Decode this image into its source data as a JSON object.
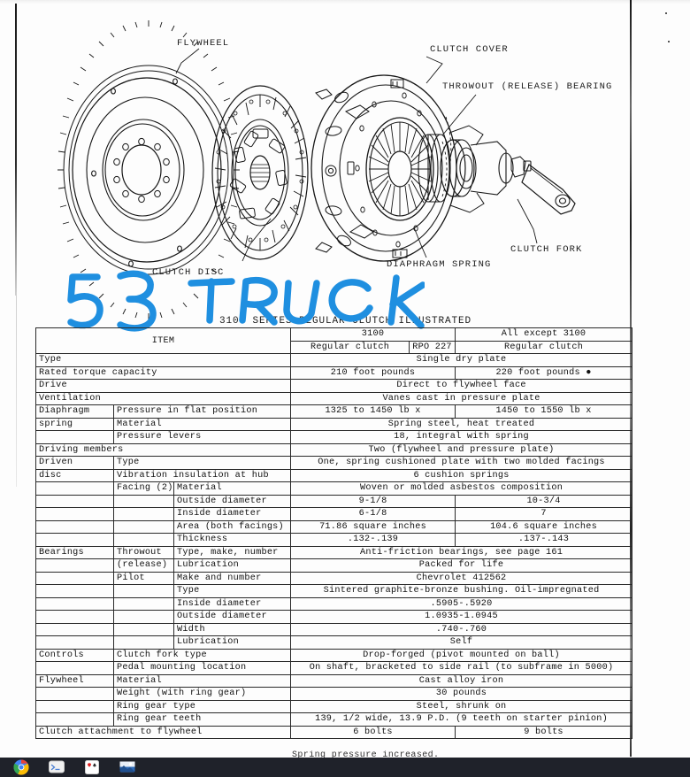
{
  "document": {
    "caption": "3100 SERIES REGULAR CLUTCH ILLUSTRATED",
    "handwritten_note": "53 TRUCK",
    "handwriting_color": "#1f8fe0",
    "footnote": "Spring pressure increased."
  },
  "diagram": {
    "labels": [
      {
        "name": "flywheel",
        "text": "FLYWHEEL"
      },
      {
        "name": "clutch-cover",
        "text": "CLUTCH COVER"
      },
      {
        "name": "throwout-bearing",
        "text": "THROWOUT (RELEASE) BEARING"
      },
      {
        "name": "clutch-fork",
        "text": "CLUTCH FORK"
      },
      {
        "name": "diaphragm-spring",
        "text": "DIAPHRAGM SPRING"
      },
      {
        "name": "clutch-disc",
        "text": "CLUTCH DISC"
      }
    ]
  },
  "table": {
    "header": {
      "item": "ITEM",
      "group_3100": "3100",
      "group_all": "All except 3100",
      "sub_regular_left": "Regular clutch",
      "sub_rpo": "RPO 227",
      "sub_regular_right": "Regular clutch"
    },
    "rows": [
      {
        "g1": "Type",
        "g2": "",
        "g3": "",
        "span": "full",
        "v": "Single dry plate"
      },
      {
        "g1": "Rated torque capacity",
        "g2": "",
        "g3": "",
        "span": "split2",
        "v1": "210 foot pounds",
        "v2": "220 foot pounds ●"
      },
      {
        "g1": "Drive",
        "g2": "",
        "g3": "",
        "span": "full",
        "v": "Direct to flywheel face"
      },
      {
        "g1": "Ventilation",
        "g2": "",
        "g3": "",
        "span": "full",
        "v": "Vanes cast in pressure plate"
      },
      {
        "g1": "Diaphragm",
        "g2": "Pressure in flat position",
        "g3": "",
        "span": "split2",
        "v1": "1325 to 1450 lb x",
        "v2": "1450 to 1550 lb x"
      },
      {
        "g1": "spring",
        "g2": "Material",
        "g3": "",
        "span": "full",
        "v": "Spring steel, heat treated"
      },
      {
        "g1": "",
        "g2": "Pressure levers",
        "g3": "",
        "span": "full",
        "v": "18, integral with spring"
      },
      {
        "g1": "Driving members",
        "g2": "",
        "g3": "",
        "span": "full",
        "v": "Two (flywheel and pressure plate)"
      },
      {
        "g1": "Driven",
        "g2": "Type",
        "g3": "",
        "span": "full",
        "v": "One, spring cushioned plate with two molded facings"
      },
      {
        "g1": "disc",
        "g2": "Vibration insulation at hub",
        "g3": "",
        "span": "full",
        "v": "6 cushion springs"
      },
      {
        "g1": "",
        "g2": "Facing (2)",
        "g3": "Material",
        "span": "full",
        "v": "Woven or molded asbestos composition"
      },
      {
        "g1": "",
        "g2": "",
        "g3": "Outside diameter",
        "span": "split2",
        "v1": "9-1/8",
        "v2": "10-3/4"
      },
      {
        "g1": "",
        "g2": "",
        "g3": "Inside diameter",
        "span": "split2",
        "v1": "6-1/8",
        "v2": "7"
      },
      {
        "g1": "",
        "g2": "",
        "g3": "Area (both facings)",
        "span": "split2",
        "v1": "71.86 square inches",
        "v2": "104.6 square inches"
      },
      {
        "g1": "",
        "g2": "",
        "g3": "Thickness",
        "span": "split2",
        "v1": ".132-.139",
        "v2": ".137-.143"
      },
      {
        "g1": "Bearings",
        "g2": "Throwout",
        "g3": "Type, make, number",
        "span": "full",
        "v": "Anti-friction bearings, see page 161"
      },
      {
        "g1": "",
        "g2": "(release)",
        "g3": "Lubrication",
        "span": "full",
        "v": "Packed for life"
      },
      {
        "g1": "",
        "g2": "Pilot",
        "g3": "Make and number",
        "span": "full",
        "v": "Chevrolet 412562"
      },
      {
        "g1": "",
        "g2": "",
        "g3": "Type",
        "span": "full",
        "v": "Sintered graphite-bronze bushing.  Oil-impregnated"
      },
      {
        "g1": "",
        "g2": "",
        "g3": "Inside diameter",
        "span": "full",
        "v": ".5905-.5920"
      },
      {
        "g1": "",
        "g2": "",
        "g3": "Outside diameter",
        "span": "full",
        "v": "1.0935-1.0945"
      },
      {
        "g1": "",
        "g2": "",
        "g3": "Width",
        "span": "full",
        "v": ".740-.760"
      },
      {
        "g1": "",
        "g2": "",
        "g3": "Lubrication",
        "span": "full",
        "v": "Self"
      },
      {
        "g1": "Controls",
        "g2": "Clutch fork type",
        "g3": "",
        "span": "full",
        "v": "Drop-forged (pivot mounted on ball)"
      },
      {
        "g1": "",
        "g2": "Pedal mounting location",
        "g3": "",
        "span": "full",
        "v": "On shaft, bracketed to side rail (to subframe in 5000)"
      },
      {
        "g1": "Flywheel",
        "g2": "Material",
        "g3": "",
        "span": "full",
        "v": "Cast alloy iron"
      },
      {
        "g1": "",
        "g2": "Weight (with ring gear)",
        "g3": "",
        "span": "full",
        "v": "30 pounds"
      },
      {
        "g1": "",
        "g2": "Ring gear type",
        "g3": "",
        "span": "full",
        "v": "Steel, shrunk on"
      },
      {
        "g1": "",
        "g2": "Ring gear teeth",
        "g3": "",
        "span": "full",
        "v": "139, 1/2 wide, 13.9 P.D. (9 teeth on starter pinion)"
      },
      {
        "g1": "Clutch attachment to flywheel",
        "g2": "",
        "g3": "",
        "span": "split2",
        "v1": "6 bolts",
        "v2": "9 bolts"
      }
    ]
  },
  "taskbar": {
    "background": "#1f222a",
    "items": [
      {
        "name": "chrome-icon",
        "label": "Chrome"
      },
      {
        "name": "terminal-icon",
        "label": "Terminal"
      },
      {
        "name": "solitaire-icon",
        "label": "Solitaire"
      },
      {
        "name": "photos-icon",
        "label": "Photos"
      }
    ]
  }
}
